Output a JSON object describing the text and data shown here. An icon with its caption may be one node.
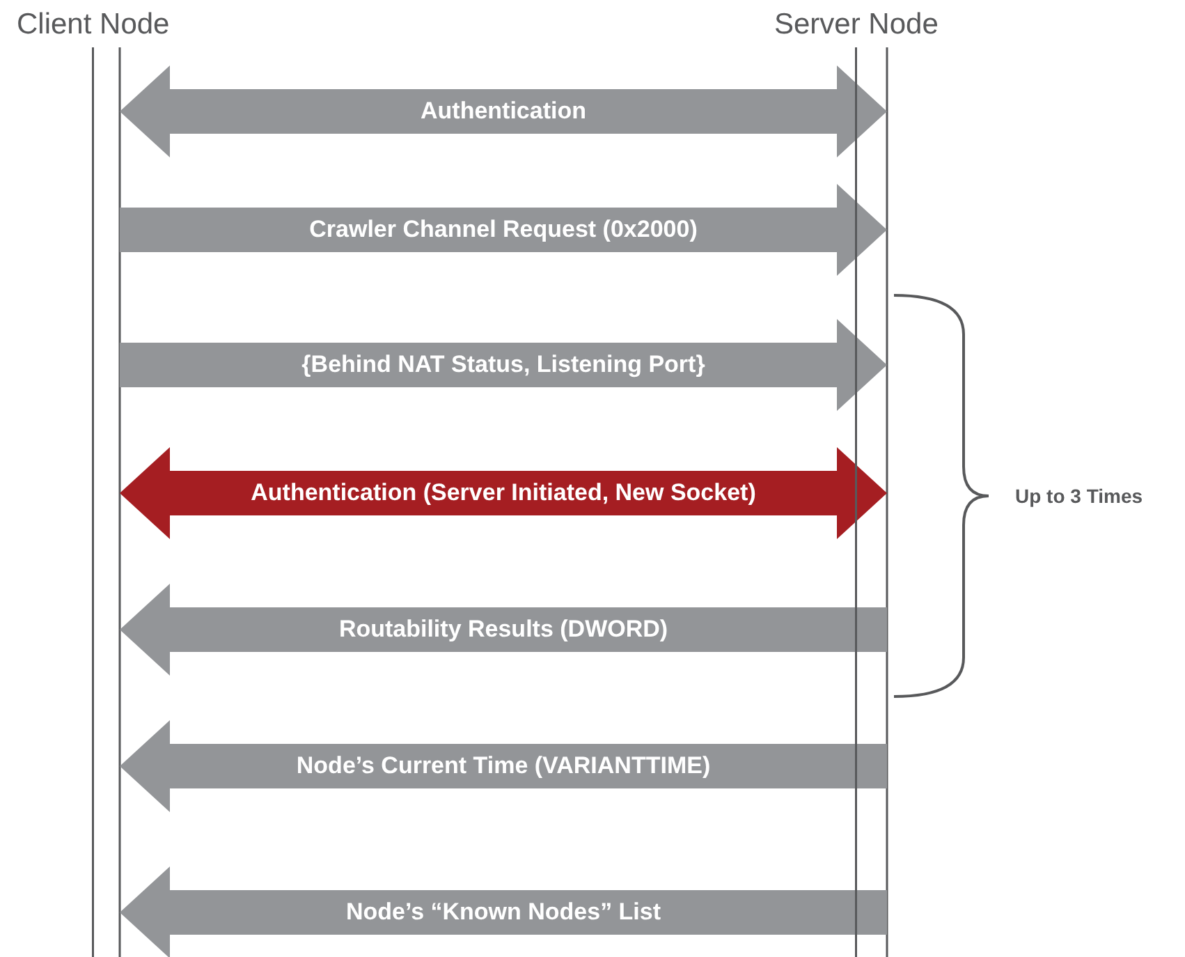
{
  "diagram": {
    "nodes": [
      {
        "text": [
          "Client Node"
        ]
      },
      {
        "text": [
          "Server Node"
        ]
      }
    ],
    "edges": [
      {
        "from": 0,
        "to": 1,
        "arrow": "both",
        "label": "Authentication"
      },
      {
        "from": 0,
        "to": 1,
        "arrow": "to",
        "label": "Crawler Channel Request (0x2000)"
      },
      {
        "from": 0,
        "to": 1,
        "arrow": "to",
        "label": "{Behind NAT Status, Listening Port}"
      },
      {
        "from": 0,
        "to": 1,
        "arrow": "both",
        "label": "Authentication (Server Initiated, New Socket)",
        "color": "#a51e22"
      },
      {
        "from": 1,
        "to": 0,
        "arrow": "to",
        "label": "Routability Results (DWORD)"
      },
      {
        "from": 1,
        "to": 0,
        "arrow": "to",
        "label": "Node’s Current Time (VARIANTTIME)"
      },
      {
        "from": 1,
        "to": 0,
        "arrow": "to",
        "label": "Node’s “Known Nodes” List"
      }
    ],
    "labels": [
      "Up to 3 Times"
    ]
  }
}
